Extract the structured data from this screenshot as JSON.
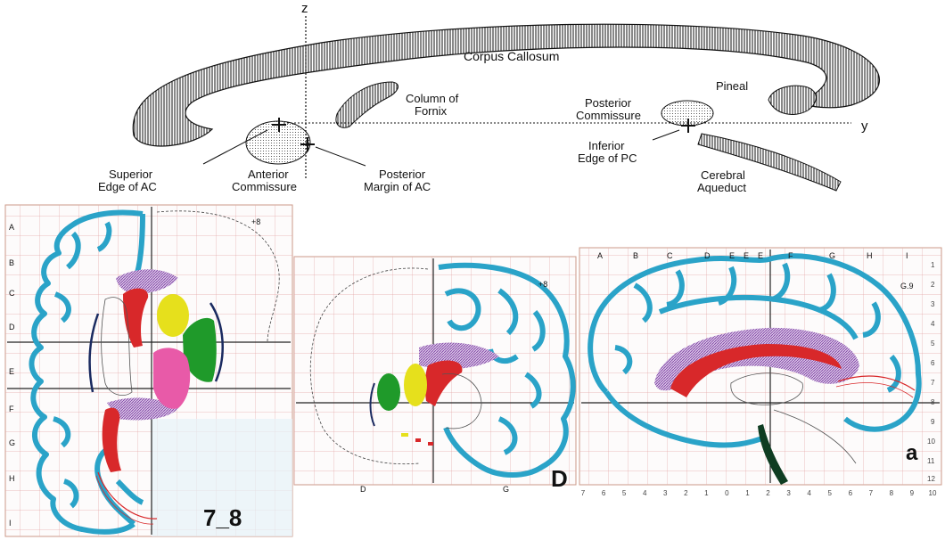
{
  "sagittal_schematic": {
    "axis_z": "z",
    "axis_y": "y",
    "labels": {
      "corpus_callosum": "Corpus Callosum",
      "column_of_fornix_1": "Column of",
      "column_of_fornix_2": "Fornix",
      "pineal": "Pineal",
      "posterior_commissure_1": "Posterior",
      "posterior_commissure_2": "Commissure",
      "superior_edge_ac_1": "Superior",
      "superior_edge_ac_2": "Edge of AC",
      "anterior_commissure_1": "Anterior",
      "anterior_commissure_2": "Commissure",
      "posterior_margin_ac_1": "Posterior",
      "posterior_margin_ac_2": "Margin of AC",
      "inferior_edge_pc_1": "Inferior",
      "inferior_edge_pc_2": "Edge of PC",
      "cerebral_aqueduct_1": "Cerebral",
      "cerebral_aqueduct_2": "Aqueduct"
    }
  },
  "atlas_panels": {
    "axial": {
      "figure_label": "7_8",
      "row_letters": [
        "A",
        "B",
        "C",
        "D",
        "E",
        "F",
        "G",
        "H",
        "I"
      ],
      "top_tag": "+8"
    },
    "coronal": {
      "figure_label": "D",
      "top_tag": "+8",
      "bottom_letters": [
        "D",
        "G"
      ]
    },
    "sagittal": {
      "figure_label": "a",
      "col_letters": [
        "A",
        "B",
        "C",
        "D",
        "E",
        "E",
        "E",
        "F",
        "G",
        "H",
        "I"
      ],
      "row_numbers": [
        "1",
        "2",
        "3",
        "4",
        "5",
        "6",
        "7",
        "8",
        "9",
        "10",
        "11",
        "12"
      ],
      "bottom_numbers": [
        "7",
        "6",
        "5",
        "4",
        "3",
        "2",
        "1",
        "0",
        "1",
        "2",
        "3",
        "4",
        "5",
        "6",
        "7",
        "8",
        "9",
        "10"
      ],
      "top_tag": "G.9"
    }
  },
  "colors": {
    "cortex_outline": "#2aa3c8",
    "red_structure": "#d8282a",
    "yellow_structure": "#e6e01c",
    "green_structure": "#1f9a2a",
    "magenta_structure": "#e85aa8",
    "purple_structure": "#8a5aa8",
    "grid": "#e0a0a0"
  }
}
